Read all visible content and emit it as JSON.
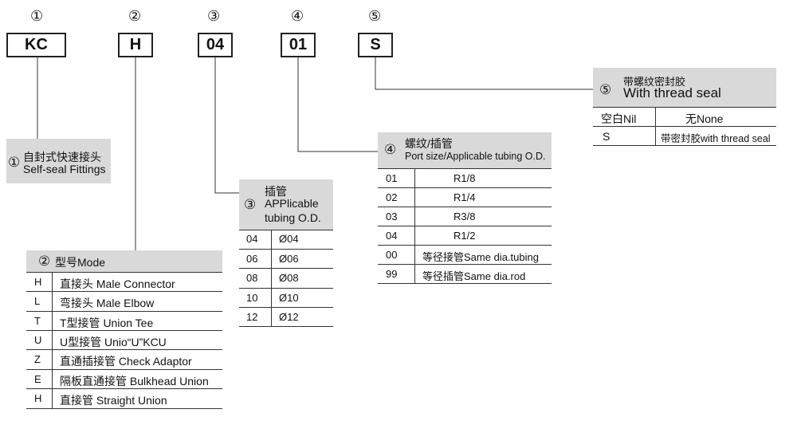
{
  "positions": [
    "①",
    "②",
    "③",
    "④",
    "⑤"
  ],
  "codes": [
    "KC",
    "H",
    "04",
    "01",
    "S"
  ],
  "box1": {
    "circle": "①",
    "line1": "自封式快速接头",
    "line2": "Self-seal Fittings"
  },
  "model": {
    "header_circle": "②",
    "header_text": "型号Mode",
    "rows": [
      {
        "code": "H",
        "desc": "直接头 Male Connector"
      },
      {
        "code": "L",
        "desc": "弯接头 Male Elbow"
      },
      {
        "code": "T",
        "desc": "T型接管  Union Tee"
      },
      {
        "code": "U",
        "desc": "U型接管  Unio“U”KCU"
      },
      {
        "code": "Z",
        "desc": "直通插接管 Check Adaptor"
      },
      {
        "code": "E",
        "desc": "隔板直通接管 Bulkhead Union"
      },
      {
        "code": "H",
        "desc": "直接管 Straight Union"
      }
    ]
  },
  "tubing": {
    "header_circle": "③",
    "line1": "插管",
    "line2": "APPlicable",
    "line3": "tubing O.D.",
    "rows": [
      {
        "code": "04",
        "val": "Ø04"
      },
      {
        "code": "06",
        "val": "Ø06"
      },
      {
        "code": "08",
        "val": "Ø08"
      },
      {
        "code": "10",
        "val": "Ø10"
      },
      {
        "code": "12",
        "val": "Ø12"
      }
    ]
  },
  "port": {
    "header_circle": "④",
    "line1": "螺纹/插管",
    "line2": "Port size/Applicable tubing O.D.",
    "rows": [
      {
        "code": "01",
        "val": "R1/8"
      },
      {
        "code": "02",
        "val": "R1/4"
      },
      {
        "code": "03",
        "val": "R3/8"
      },
      {
        "code": "04",
        "val": "R1/2"
      },
      {
        "code": "00",
        "val": "等径接管Same dia.tubing"
      },
      {
        "code": "99",
        "val": "等径插管Same dia.rod"
      }
    ]
  },
  "seal": {
    "header_circle": "⑤",
    "line1": "带螺纹密封胶",
    "line2": "With thread seal",
    "rows": [
      {
        "code": "空白Nil",
        "val": "无None"
      },
      {
        "code": "S",
        "val": "带密封胶with thread seal"
      }
    ]
  }
}
